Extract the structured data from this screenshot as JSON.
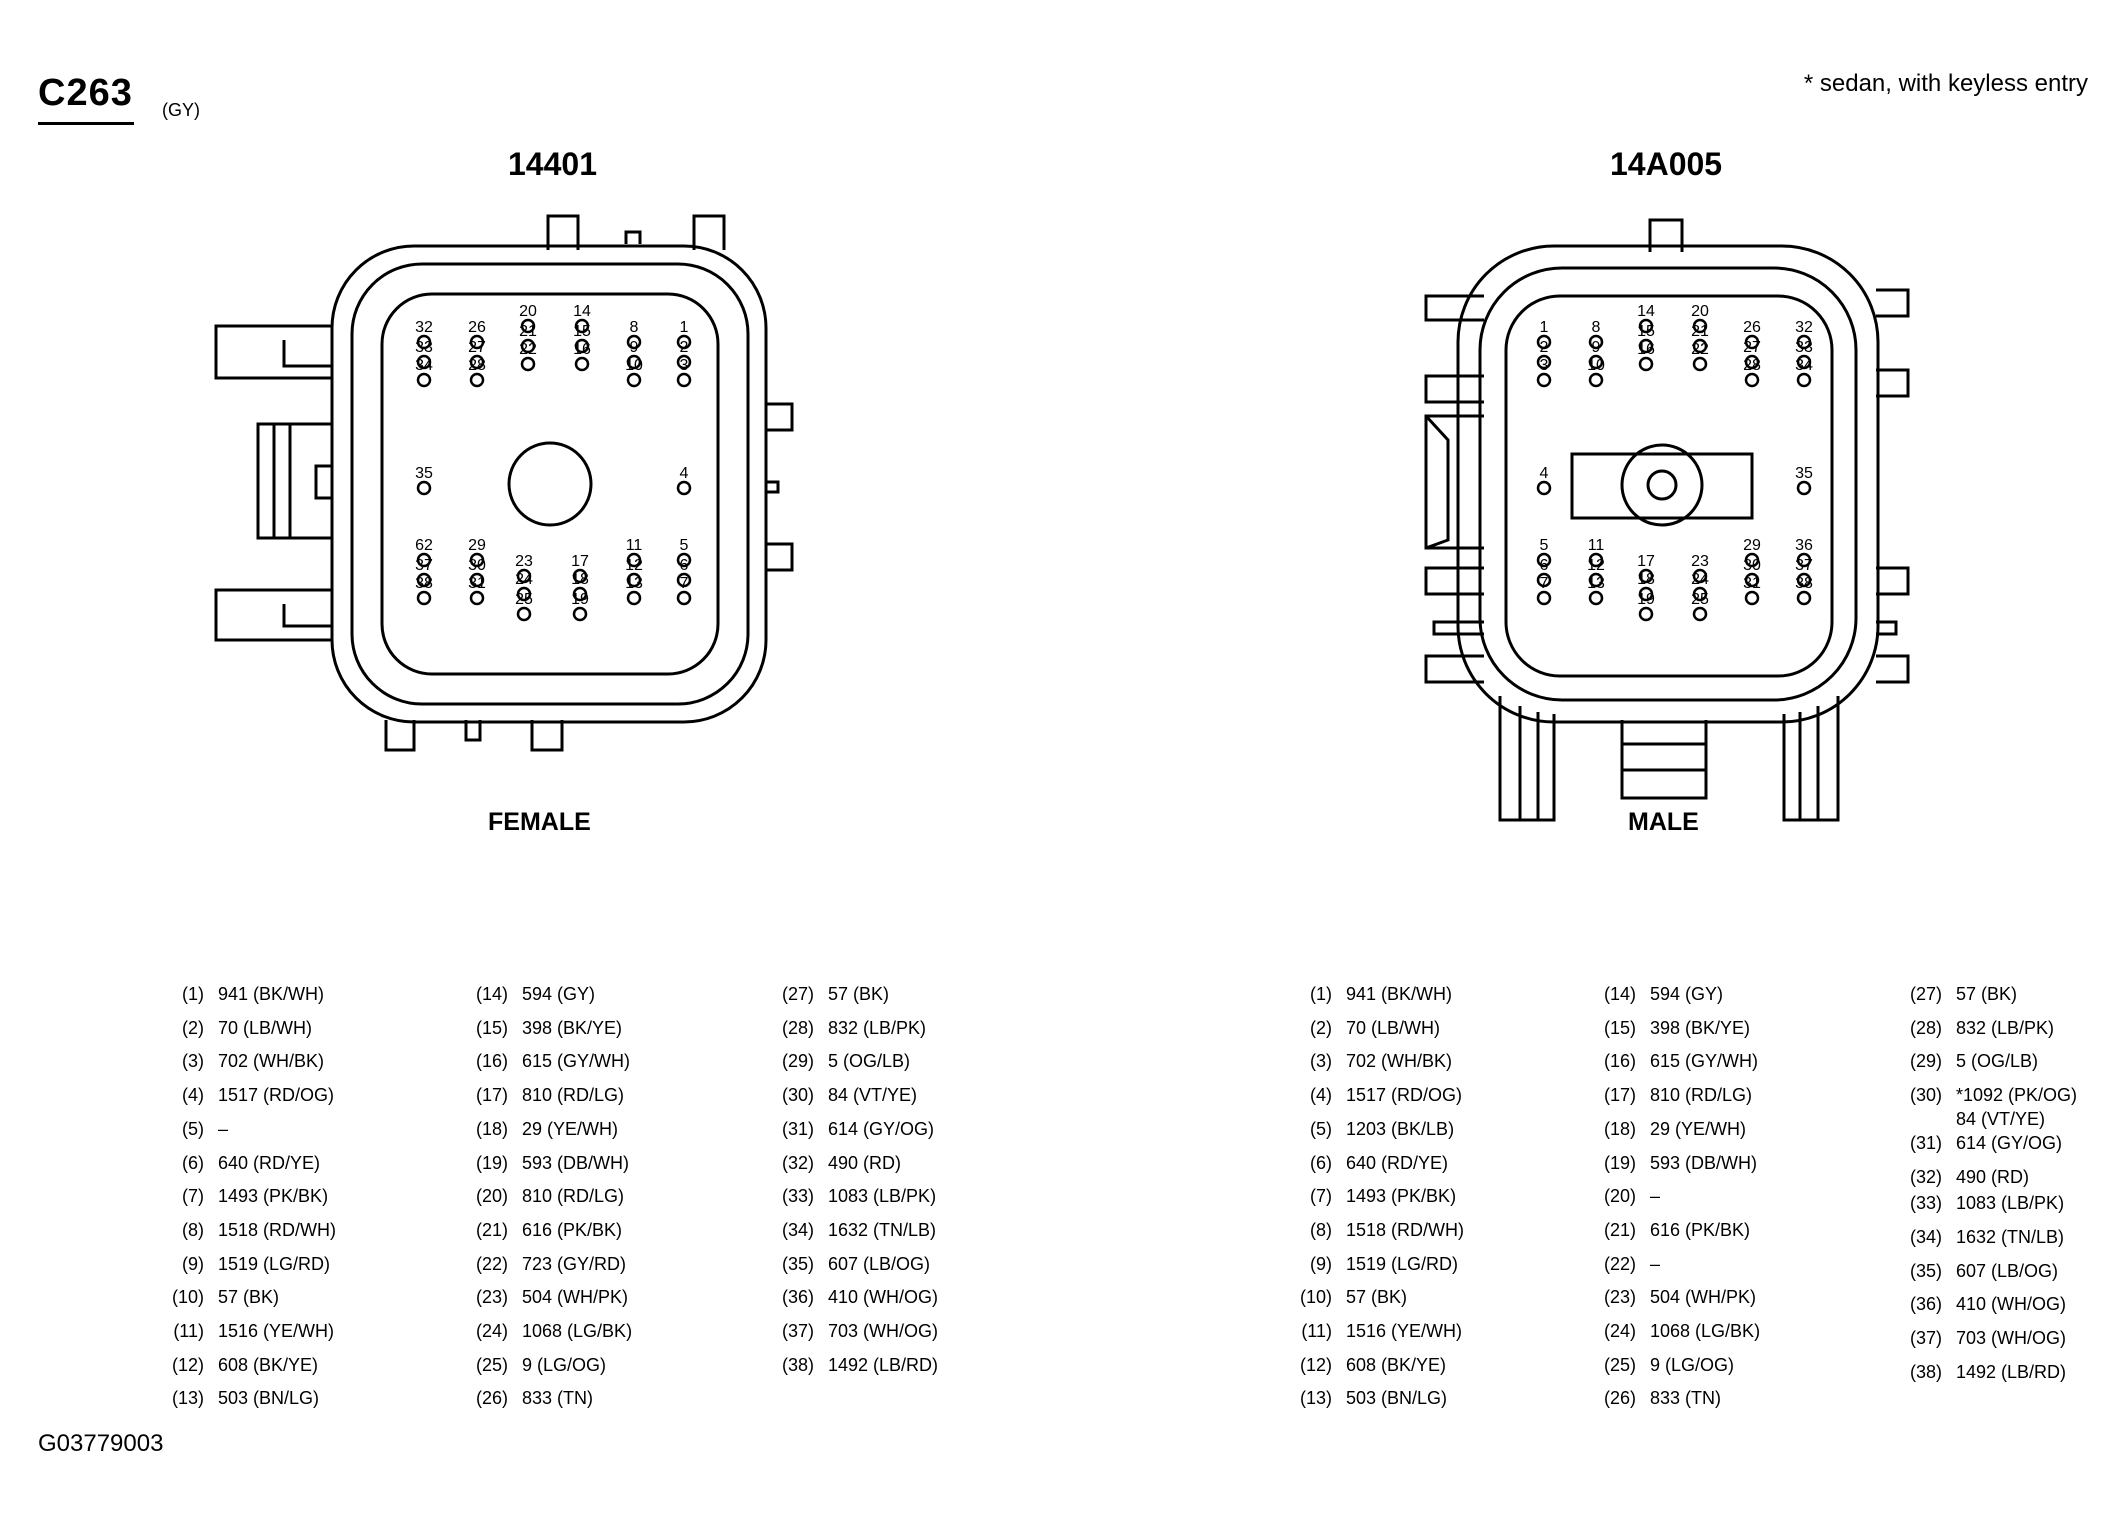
{
  "header": {
    "connector_id": "C263",
    "connector_color": "(GY)",
    "footnote": "* sedan, with keyless entry"
  },
  "left_connector": {
    "part_number": "14401",
    "gender": "FEMALE",
    "pins": [
      {
        "num": "(1)",
        "circuit": "941 (BK/WH)"
      },
      {
        "num": "(2)",
        "circuit": "70 (LB/WH)"
      },
      {
        "num": "(3)",
        "circuit": "702 (WH/BK)"
      },
      {
        "num": "(4)",
        "circuit": "1517 (RD/OG)"
      },
      {
        "num": "(5)",
        "circuit": "–"
      },
      {
        "num": "(6)",
        "circuit": "640 (RD/YE)"
      },
      {
        "num": "(7)",
        "circuit": "1493 (PK/BK)"
      },
      {
        "num": "(8)",
        "circuit": "1518 (RD/WH)"
      },
      {
        "num": "(9)",
        "circuit": "1519 (LG/RD)"
      },
      {
        "num": "(10)",
        "circuit": "57 (BK)"
      },
      {
        "num": "(11)",
        "circuit": "1516 (YE/WH)"
      },
      {
        "num": "(12)",
        "circuit": "608 (BK/YE)"
      },
      {
        "num": "(13)",
        "circuit": "503 (BN/LG)"
      },
      {
        "num": "(14)",
        "circuit": "594 (GY)"
      },
      {
        "num": "(15)",
        "circuit": "398 (BK/YE)"
      },
      {
        "num": "(16)",
        "circuit": "615 (GY/WH)"
      },
      {
        "num": "(17)",
        "circuit": "810 (RD/LG)"
      },
      {
        "num": "(18)",
        "circuit": "29 (YE/WH)"
      },
      {
        "num": "(19)",
        "circuit": "593 (DB/WH)"
      },
      {
        "num": "(20)",
        "circuit": "810 (RD/LG)"
      },
      {
        "num": "(21)",
        "circuit": "616 (PK/BK)"
      },
      {
        "num": "(22)",
        "circuit": "723 (GY/RD)"
      },
      {
        "num": "(23)",
        "circuit": "504 (WH/PK)"
      },
      {
        "num": "(24)",
        "circuit": "1068 (LG/BK)"
      },
      {
        "num": "(25)",
        "circuit": "9 (LG/OG)"
      },
      {
        "num": "(26)",
        "circuit": "833 (TN)"
      },
      {
        "num": "(27)",
        "circuit": "57 (BK)"
      },
      {
        "num": "(28)",
        "circuit": "832 (LB/PK)"
      },
      {
        "num": "(29)",
        "circuit": "5 (OG/LB)"
      },
      {
        "num": "(30)",
        "circuit": "84 (VT/YE)"
      },
      {
        "num": "(31)",
        "circuit": "614 (GY/OG)"
      },
      {
        "num": "(32)",
        "circuit": "490 (RD)"
      },
      {
        "num": "(33)",
        "circuit": "1083 (LB/PK)"
      },
      {
        "num": "(34)",
        "circuit": "1632 (TN/LB)"
      },
      {
        "num": "(35)",
        "circuit": "607 (LB/OG)"
      },
      {
        "num": "(36)",
        "circuit": "410 (WH/OG)"
      },
      {
        "num": "(37)",
        "circuit": "703 (WH/OG)"
      },
      {
        "num": "(38)",
        "circuit": "1492 (LB/RD)"
      }
    ]
  },
  "right_connector": {
    "part_number": "14A005",
    "gender": "MALE",
    "pins": [
      {
        "num": "(1)",
        "circuit": "941 (BK/WH)"
      },
      {
        "num": "(2)",
        "circuit": "70 (LB/WH)"
      },
      {
        "num": "(3)",
        "circuit": "702 (WH/BK)"
      },
      {
        "num": "(4)",
        "circuit": "1517 (RD/OG)"
      },
      {
        "num": "(5)",
        "circuit": "1203 (BK/LB)"
      },
      {
        "num": "(6)",
        "circuit": "640 (RD/YE)"
      },
      {
        "num": "(7)",
        "circuit": "1493 (PK/BK)"
      },
      {
        "num": "(8)",
        "circuit": "1518 (RD/WH)"
      },
      {
        "num": "(9)",
        "circuit": "1519 (LG/RD)"
      },
      {
        "num": "(10)",
        "circuit": "57 (BK)"
      },
      {
        "num": "(11)",
        "circuit": "1516 (YE/WH)"
      },
      {
        "num": "(12)",
        "circuit": "608 (BK/YE)"
      },
      {
        "num": "(13)",
        "circuit": "503 (BN/LG)"
      },
      {
        "num": "(14)",
        "circuit": "594 (GY)"
      },
      {
        "num": "(15)",
        "circuit": "398 (BK/YE)"
      },
      {
        "num": "(16)",
        "circuit": "615 (GY/WH)"
      },
      {
        "num": "(17)",
        "circuit": "810 (RD/LG)"
      },
      {
        "num": "(18)",
        "circuit": "29 (YE/WH)"
      },
      {
        "num": "(19)",
        "circuit": "593 (DB/WH)"
      },
      {
        "num": "(20)",
        "circuit": "–"
      },
      {
        "num": "(21)",
        "circuit": "616 (PK/BK)"
      },
      {
        "num": "(22)",
        "circuit": "–"
      },
      {
        "num": "(23)",
        "circuit": "504 (WH/PK)"
      },
      {
        "num": "(24)",
        "circuit": "1068 (LG/BK)"
      },
      {
        "num": "(25)",
        "circuit": "9 (LG/OG)"
      },
      {
        "num": "(26)",
        "circuit": "833 (TN)"
      },
      {
        "num": "(27)",
        "circuit": "57 (BK)"
      },
      {
        "num": "(28)",
        "circuit": "832 (LB/PK)"
      },
      {
        "num": "(29)",
        "circuit": "5 (OG/LB)"
      },
      {
        "num": "(30)",
        "circuit": "*1092 (PK/OG)",
        "circuit2": "84 (VT/YE)"
      },
      {
        "num": "(31)",
        "circuit": "614 (GY/OG)"
      },
      {
        "num": "(32)",
        "circuit": "490 (RD)"
      },
      {
        "num": "(33)",
        "circuit": "1083 (LB/PK)"
      },
      {
        "num": "(34)",
        "circuit": "1632 (TN/LB)"
      },
      {
        "num": "(35)",
        "circuit": "607 (LB/OG)"
      },
      {
        "num": "(36)",
        "circuit": "410 (WH/OG)"
      },
      {
        "num": "(37)",
        "circuit": "703 (WH/OG)"
      },
      {
        "num": "(38)",
        "circuit": "1492 (LB/RD)"
      }
    ]
  },
  "footer": {
    "figure_id": "G03779003"
  }
}
